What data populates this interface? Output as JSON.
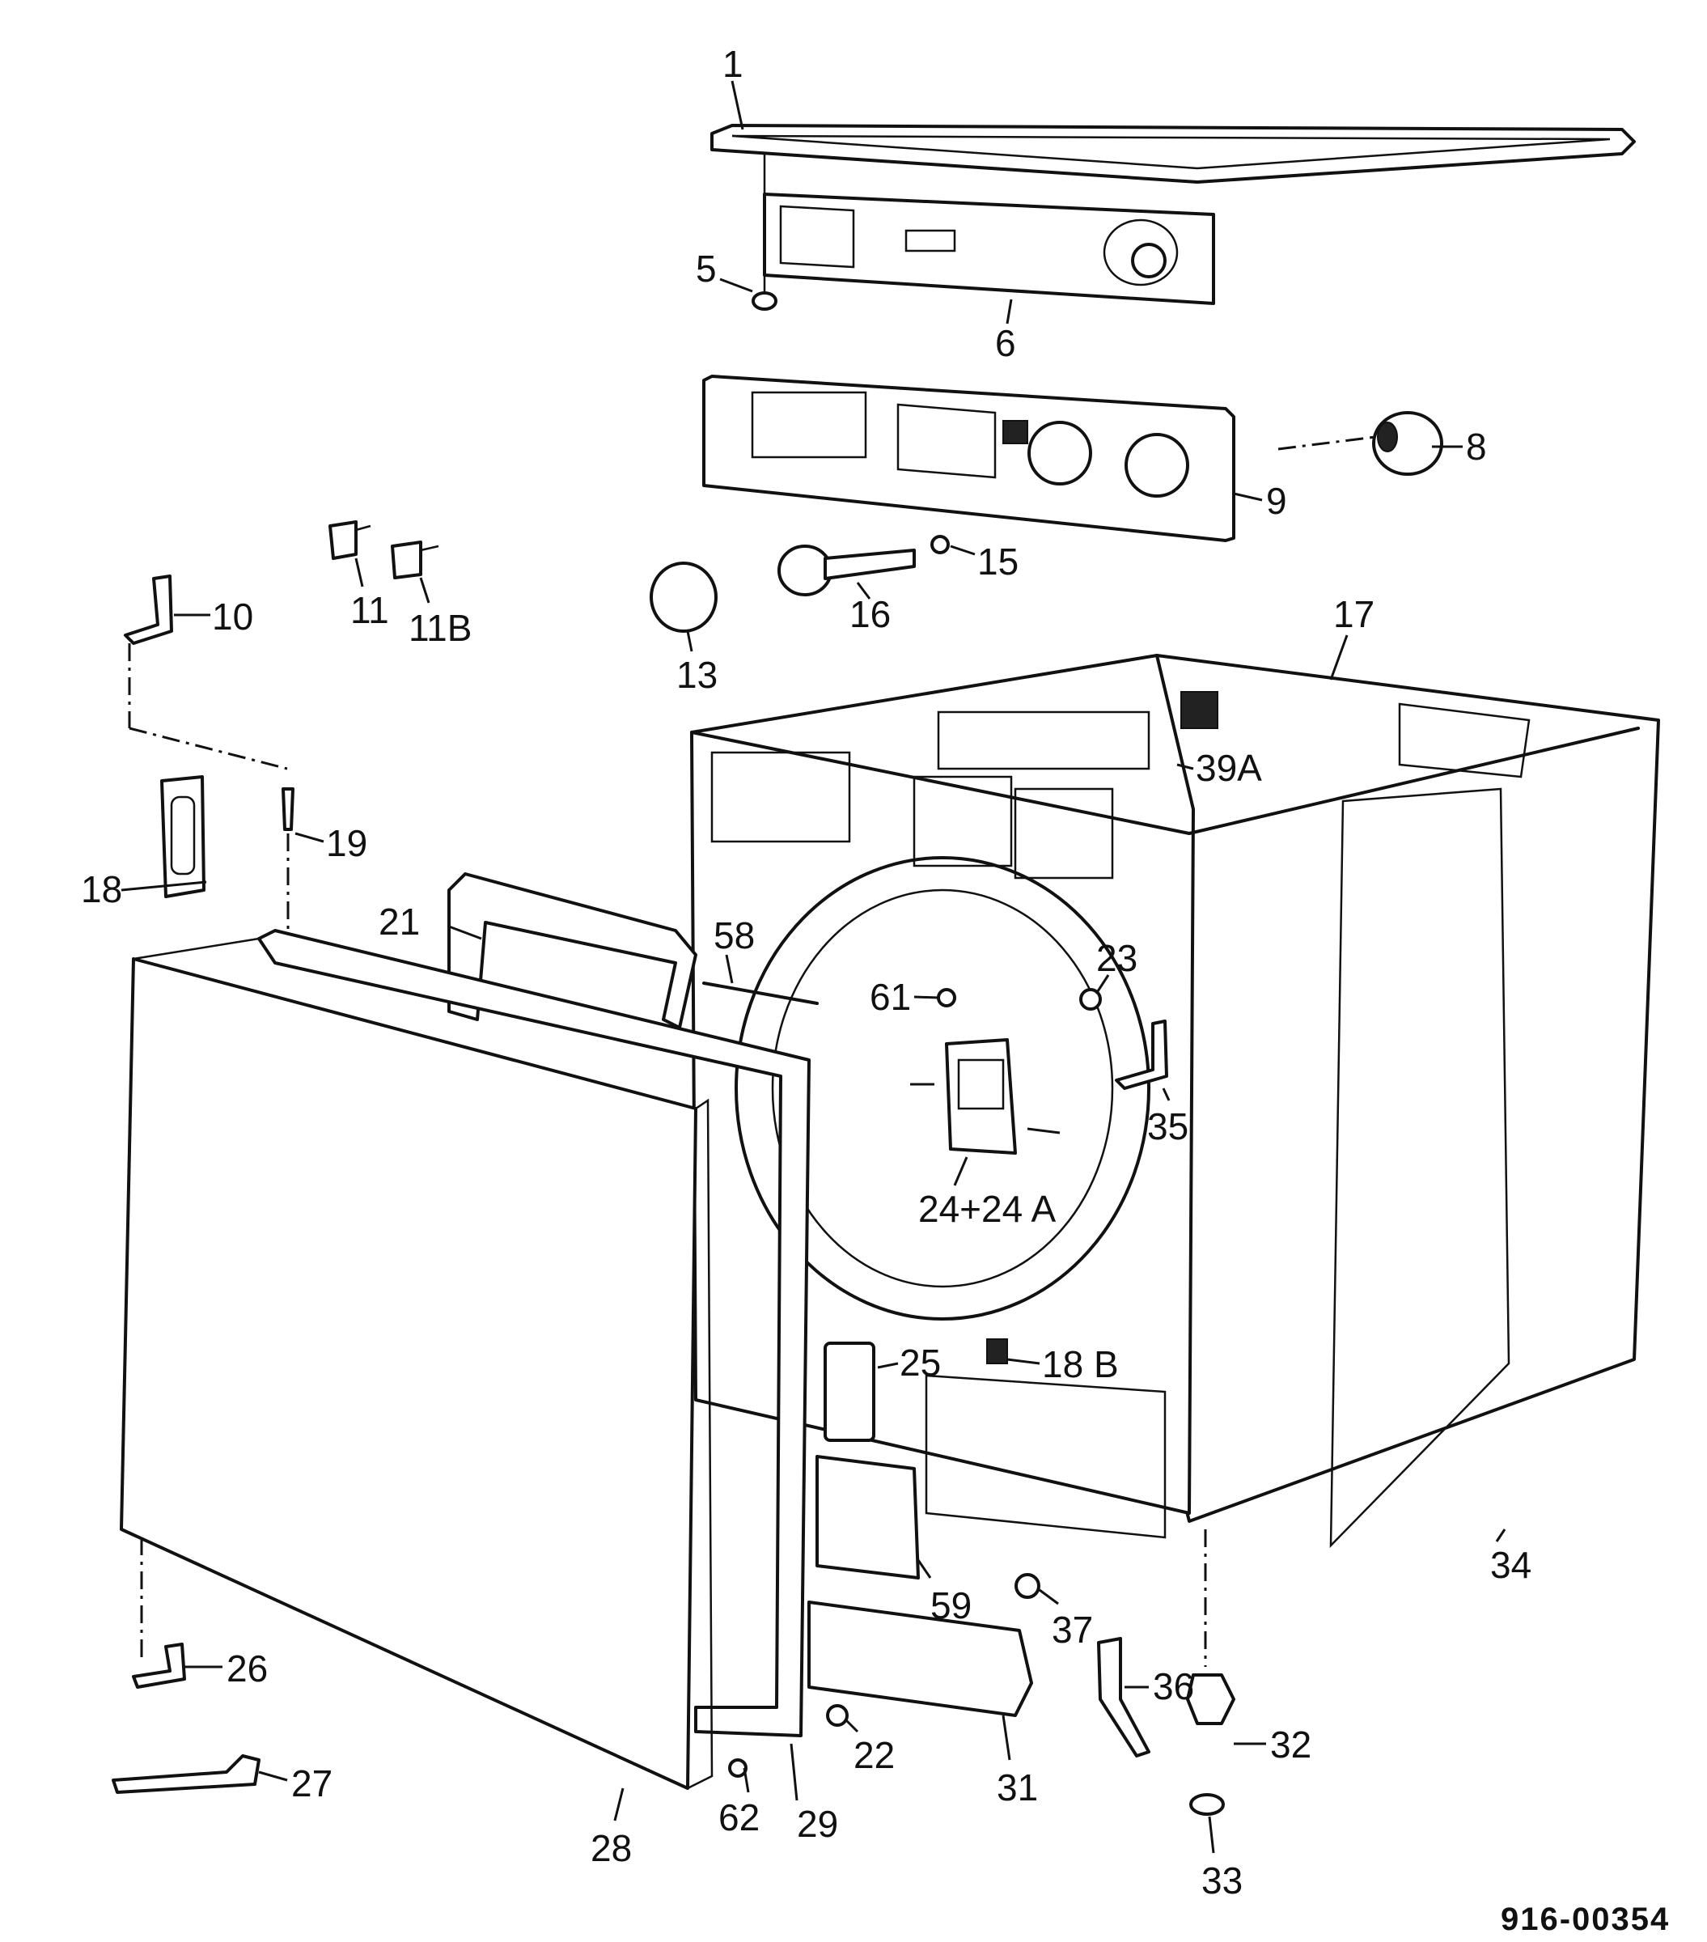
{
  "document_number": "916-00354",
  "callouts": [
    {
      "id": "c1",
      "text": "1"
    },
    {
      "id": "c5",
      "text": "5"
    },
    {
      "id": "c6",
      "text": "6"
    },
    {
      "id": "c8",
      "text": "8"
    },
    {
      "id": "c9",
      "text": "9"
    },
    {
      "id": "c10",
      "text": "10"
    },
    {
      "id": "c11",
      "text": "11"
    },
    {
      "id": "c11b",
      "text": "11B"
    },
    {
      "id": "c13",
      "text": "13"
    },
    {
      "id": "c15",
      "text": "15"
    },
    {
      "id": "c16",
      "text": "16"
    },
    {
      "id": "c17",
      "text": "17"
    },
    {
      "id": "c18",
      "text": "18"
    },
    {
      "id": "c18b",
      "text": "18 B"
    },
    {
      "id": "c19",
      "text": "19"
    },
    {
      "id": "c21",
      "text": "21"
    },
    {
      "id": "c22",
      "text": "22"
    },
    {
      "id": "c23",
      "text": "23"
    },
    {
      "id": "c24",
      "text": "24+24 A"
    },
    {
      "id": "c25",
      "text": "25"
    },
    {
      "id": "c26",
      "text": "26"
    },
    {
      "id": "c27",
      "text": "27"
    },
    {
      "id": "c28",
      "text": "28"
    },
    {
      "id": "c29",
      "text": "29"
    },
    {
      "id": "c31",
      "text": "31"
    },
    {
      "id": "c32",
      "text": "32"
    },
    {
      "id": "c33",
      "text": "33"
    },
    {
      "id": "c34",
      "text": "34"
    },
    {
      "id": "c35",
      "text": "35"
    },
    {
      "id": "c36",
      "text": "36"
    },
    {
      "id": "c37",
      "text": "37"
    },
    {
      "id": "c39a",
      "text": "39A"
    },
    {
      "id": "c58",
      "text": "58"
    },
    {
      "id": "c59",
      "text": "59"
    },
    {
      "id": "c61",
      "text": "61"
    },
    {
      "id": "c62",
      "text": "62"
    }
  ]
}
